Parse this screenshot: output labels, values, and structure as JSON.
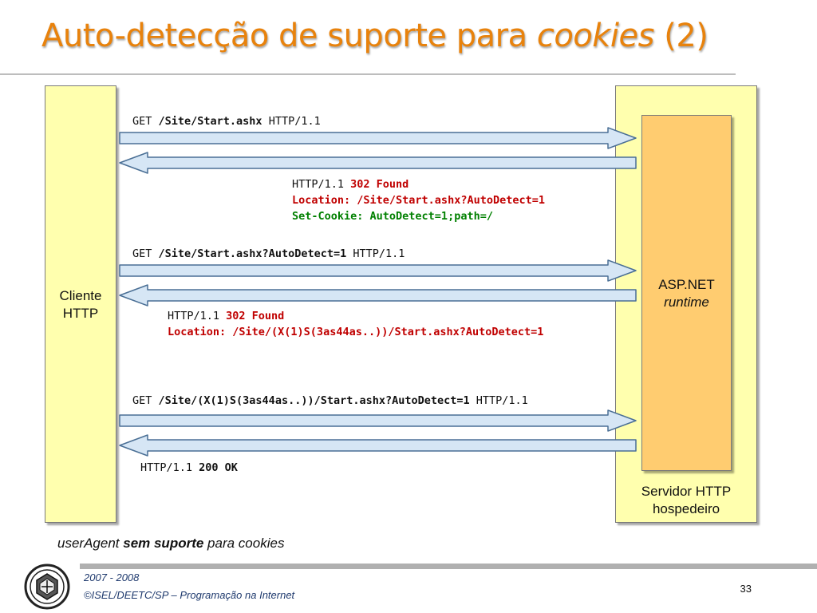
{
  "title": {
    "main": "Auto-detecção de suporte para ",
    "italic": "cookies",
    "suffix": " (2)"
  },
  "client": {
    "line1": "Cliente",
    "line2": "HTTP"
  },
  "asp": {
    "line1": "ASP.NET",
    "line2": "runtime"
  },
  "server": {
    "line1": "Servidor HTTP",
    "line2": "hospedeiro"
  },
  "messages": {
    "req1": {
      "method": "GET ",
      "path": "/Site/Start.ashx",
      "proto": " HTTP/1.1"
    },
    "resp1": {
      "proto": "HTTP/1.1 ",
      "status": "302 Found",
      "location": "Location: /Site/Start.ashx?AutoDetect=1",
      "cookie": "Set-Cookie: AutoDetect=1;path=/"
    },
    "req2": {
      "method": "GET ",
      "path": "/Site/Start.ashx?AutoDetect=1",
      "proto": " HTTP/1.1"
    },
    "resp2": {
      "proto": "HTTP/1.1 ",
      "status": "302 Found",
      "location": "Location: /Site/(X(1)S(3as44as..))/Start.ashx?AutoDetect=1"
    },
    "req3": {
      "method": "GET ",
      "path": "/Site/(X(1)S(3as44as..))/Start.ashx?AutoDetect=1",
      "proto": " HTTP/1.1"
    },
    "resp3": {
      "proto": "HTTP/1.1 ",
      "status": "200 OK"
    }
  },
  "caption": {
    "pre": "userAgent ",
    "bold": "sem suporte",
    "post": " para cookies"
  },
  "footer": {
    "years": "2007 - 2008",
    "credit": "©ISEL/DEETC/SP – Programação na Internet",
    "page": "33"
  },
  "colors": {
    "title": "#e8820c",
    "box_yellow": "#ffffae",
    "box_orange": "#ffcc70",
    "arrow_fill": "#d6e6f5",
    "arrow_stroke": "#4a6f95",
    "status_red": "#c00000",
    "cookie_green": "#008000"
  }
}
